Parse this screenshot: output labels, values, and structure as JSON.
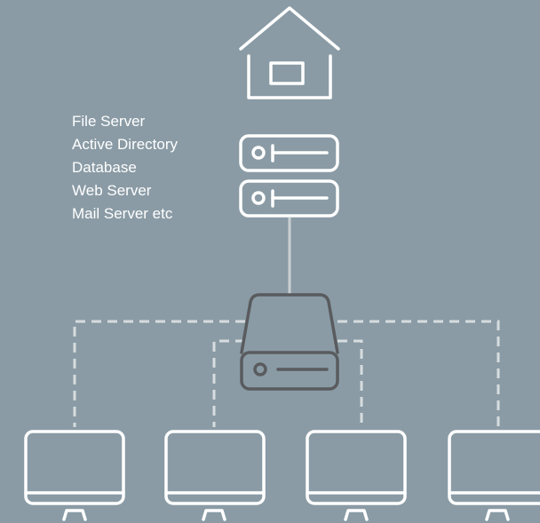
{
  "services": {
    "items": [
      "File Server",
      "Active Directory",
      "Database",
      "Web Server",
      "Mail Server etc"
    ]
  },
  "colors": {
    "background": "#8a9ba5",
    "icon_stroke": "#ffffff",
    "switch_stroke": "#595b5e",
    "connection_line": "#d7dcdf"
  },
  "icons": {
    "home": "home-icon",
    "server": "server-rack-icon",
    "switch": "network-switch-icon",
    "workstation": "monitor-icon"
  },
  "workstations": {
    "count": 4
  }
}
